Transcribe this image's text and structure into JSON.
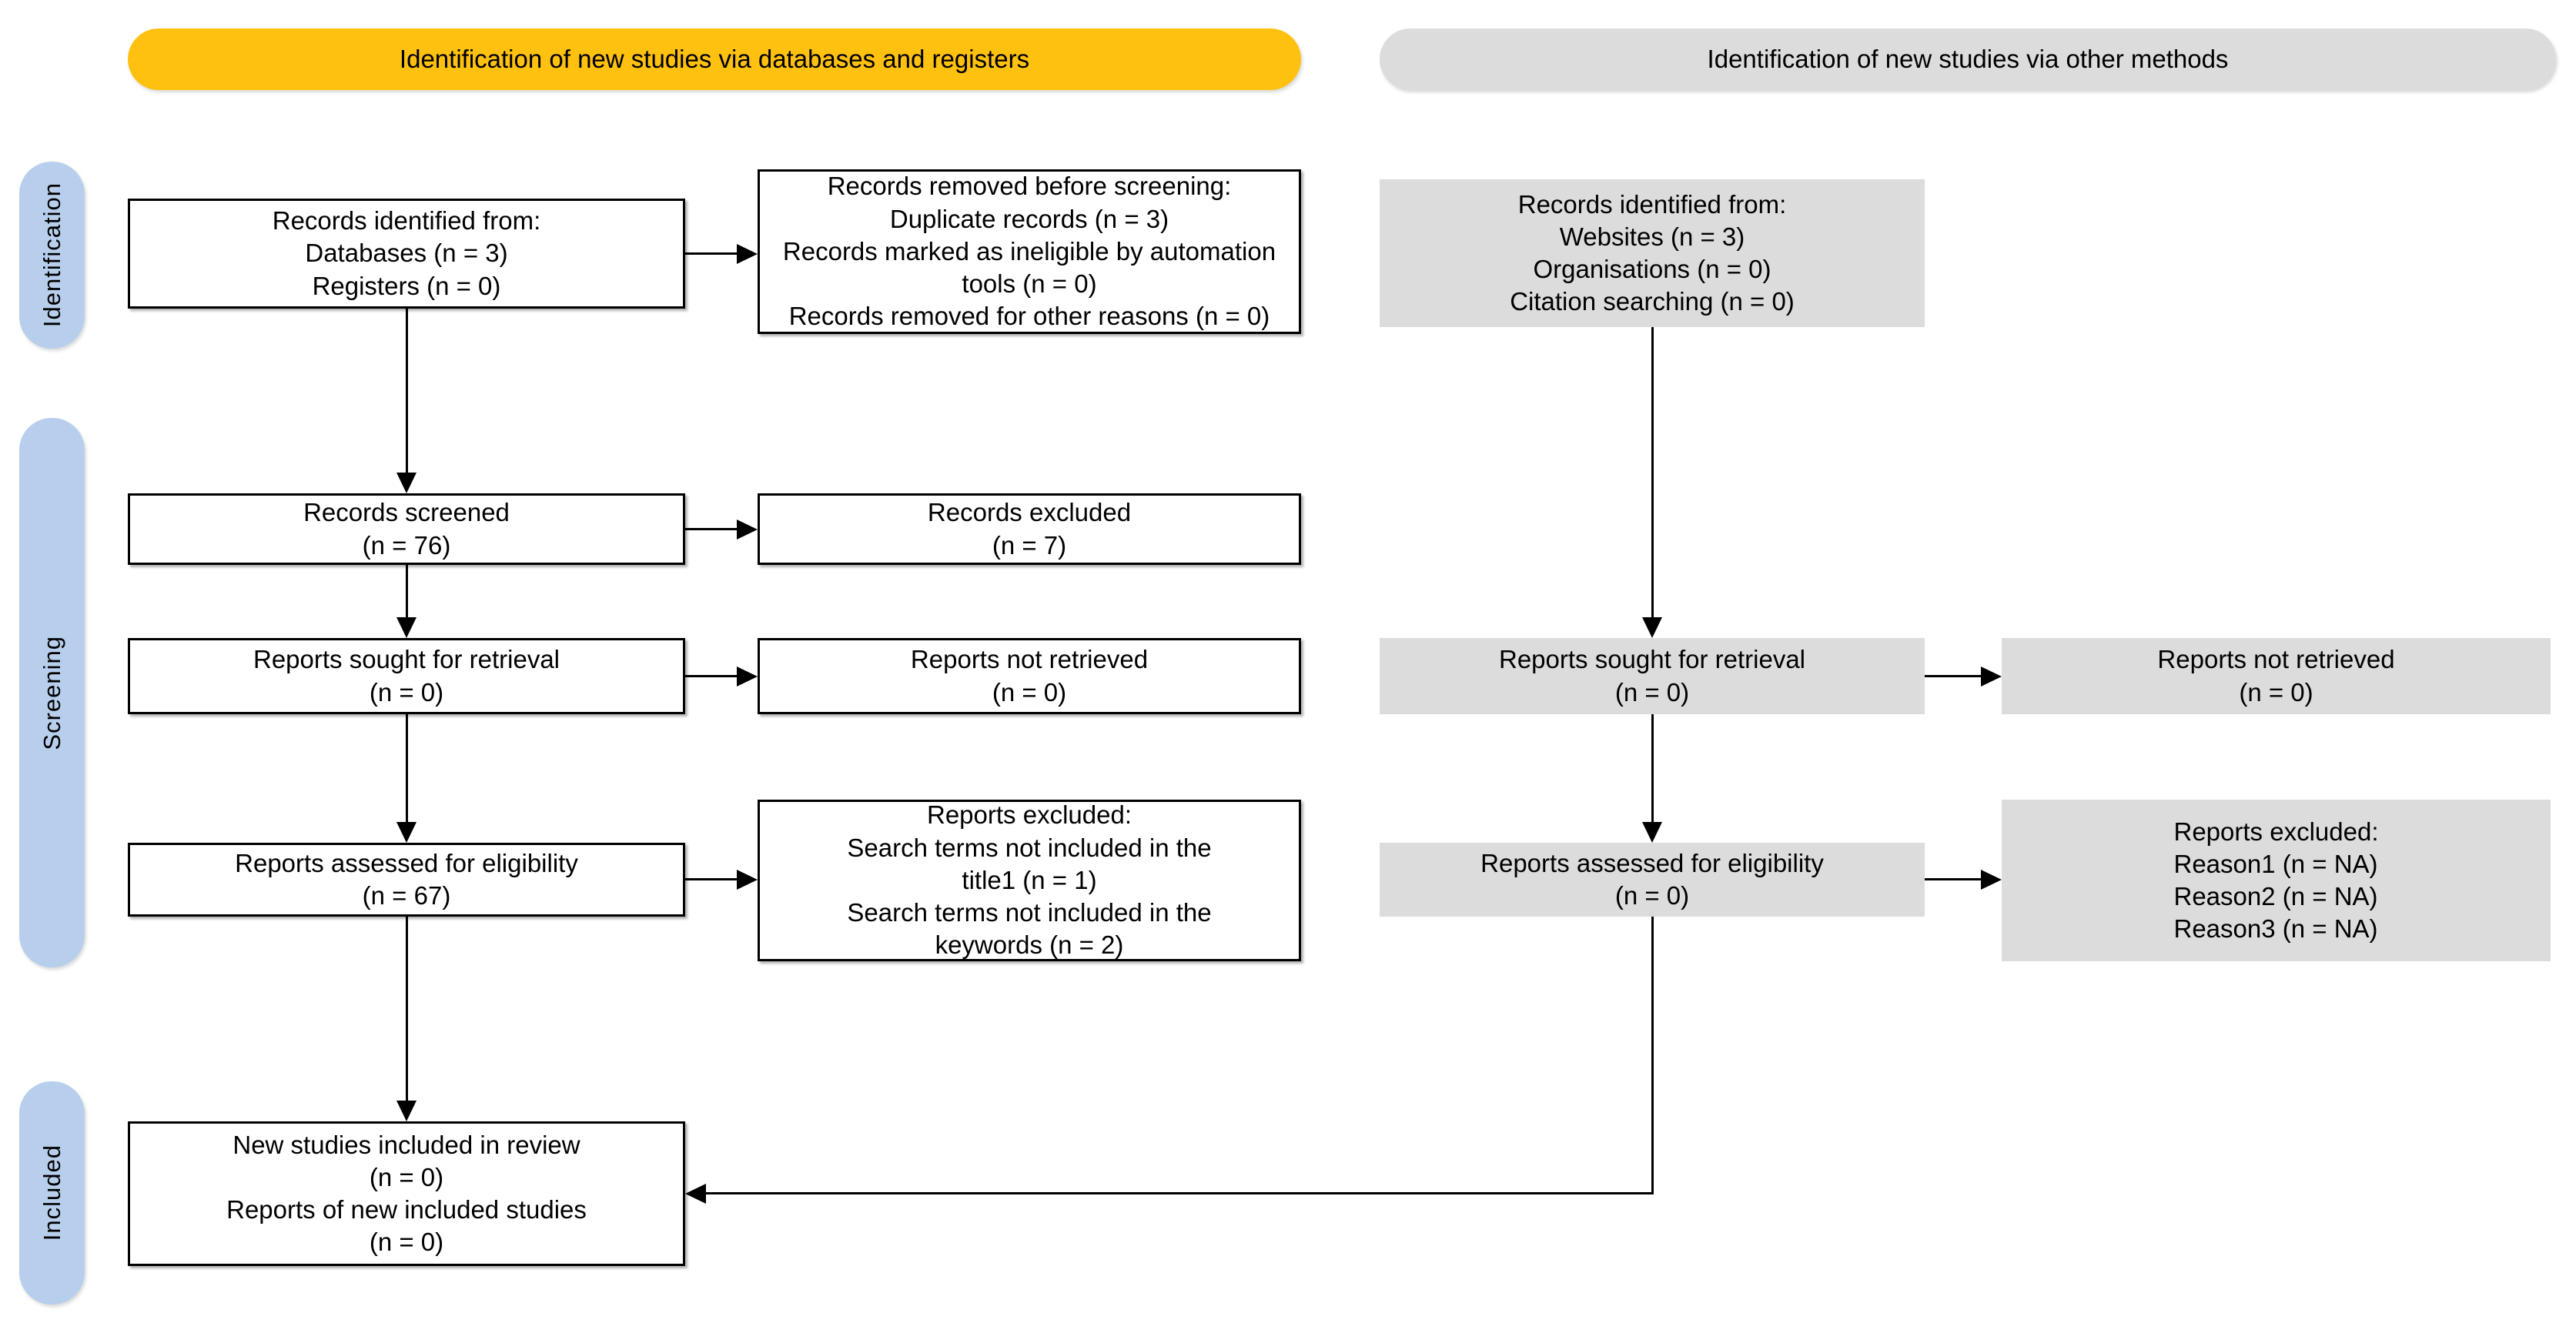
{
  "colors": {
    "header_databases_bg": "#FFC110",
    "header_other_bg": "#DCDCDC",
    "stage_bg": "#B7CFEC",
    "alt_box_bg": "#DCDCDC"
  },
  "headers": {
    "databases": "Identification of new studies via databases and registers",
    "other": "Identification of new studies via other methods"
  },
  "stages": {
    "identification": "Identification",
    "screening": "Screening",
    "included": "Included"
  },
  "db_flow": {
    "identified": "Records identified from:\nDatabases (n = 3)\nRegisters (n = 0)",
    "removed": "Records removed before screening:\nDuplicate records (n = 3)\nRecords marked as ineligible by automation\ntools (n = 0)\nRecords removed for other reasons (n = 0)",
    "screened": "Records screened\n(n = 76)",
    "excluded": "Records excluded\n(n = 7)",
    "sought": "Reports sought for retrieval\n(n = 0)",
    "not_retrieved": "Reports not retrieved\n(n = 0)",
    "assessed": "Reports assessed for eligibility\n(n = 67)",
    "reports_excluded": "Reports excluded:\nSearch terms not included in the\ntitle1 (n = 1)\nSearch terms not included in the\nkeywords (n = 2)",
    "included": "New studies included in review\n(n = 0)\nReports of new included studies\n(n = 0)"
  },
  "other_flow": {
    "identified": "Records identified from:\nWebsites (n = 3)\nOrganisations (n = 0)\nCitation searching (n = 0)",
    "sought": "Reports sought for retrieval\n(n = 0)",
    "not_retrieved": "Reports not retrieved\n(n = 0)",
    "assessed": "Reports assessed for eligibility\n(n = 0)",
    "reports_excluded": "Reports excluded:\nReason1 (n = NA)\nReason2 (n = NA)\nReason3 (n = NA)"
  }
}
